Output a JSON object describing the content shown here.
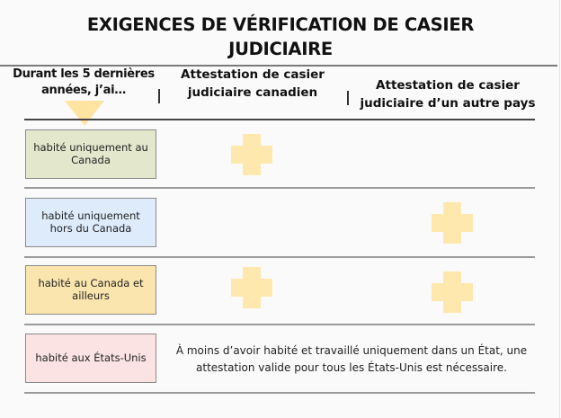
{
  "title": {
    "line1": "EXIGENCES DE VÉRIFICATION DE CASIER",
    "line2": "JUDICIAIRE"
  },
  "headers": {
    "col1": "Durant les 5 dernières années, j’ai…",
    "col2": "Attestation de casier judiciaire canadien",
    "col3": "Attestation de casier judiciaire d’un autre pays"
  },
  "colors": {
    "plus": "#FFE8AE",
    "arrow": "#FFE3A0",
    "box_canada_only": "#E3E8CD",
    "box_outside_only": "#DDEBFB",
    "box_both": "#FBE5AE",
    "box_usa": "#FBE3E3"
  },
  "rows": [
    {
      "label": "habité uniquement au Canada",
      "canadian_certificate": "plus-icon",
      "foreign_certificate": null
    },
    {
      "label": "habité uniquement hors du Canada",
      "canadian_certificate": null,
      "foreign_certificate": "plus-icon"
    },
    {
      "label": "habité au Canada et ailleurs",
      "canadian_certificate": "plus-icon",
      "foreign_certificate": "plus-icon"
    },
    {
      "label": "habité aux États-Unis",
      "note": "À moins d’avoir habité et travaillé uniquement dans un État, une attestation valide pour tous les États-Unis est nécessaire."
    }
  ]
}
